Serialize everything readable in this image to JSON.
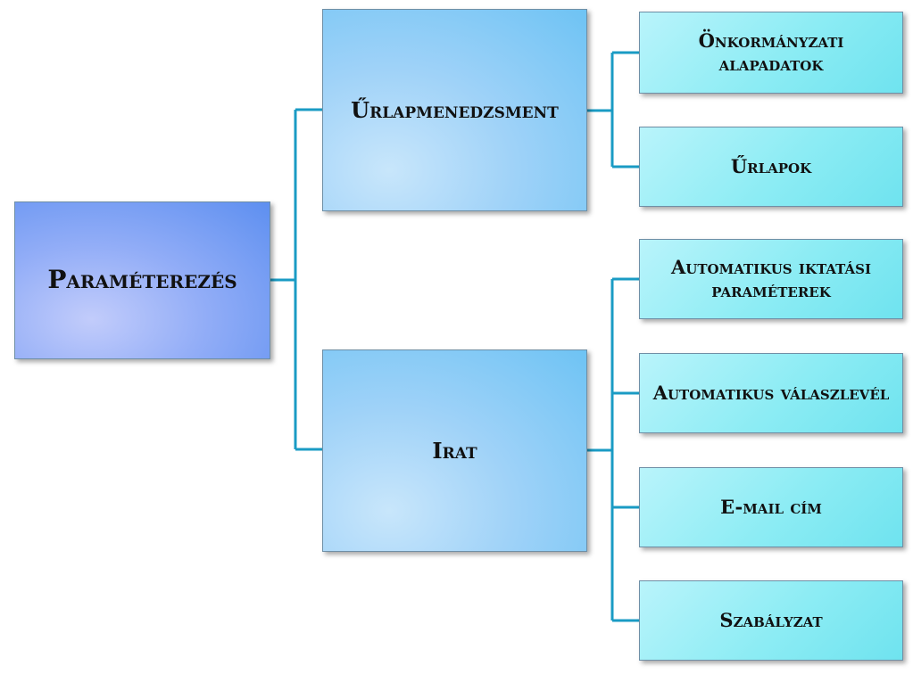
{
  "diagram": {
    "root": {
      "label": "Paraméterezés"
    },
    "branches": [
      {
        "label": "Űrlapmenedzsment",
        "children": [
          {
            "label": "Önkormányzati alapadatok"
          },
          {
            "label": "Űrlapok"
          }
        ]
      },
      {
        "label": "Irat",
        "children": [
          {
            "label": "Automatikus iktatási paraméterek"
          },
          {
            "label": "Automatikus válaszlevél"
          },
          {
            "label": "E-mail cím"
          },
          {
            "label": "Szabályzat"
          }
        ]
      }
    ],
    "colors": {
      "connector": "#1a9bc4",
      "root_fill": "#8eaaf6",
      "branch_fill": "#9fd2f8",
      "leaf_fill": "#8cecf4"
    }
  }
}
